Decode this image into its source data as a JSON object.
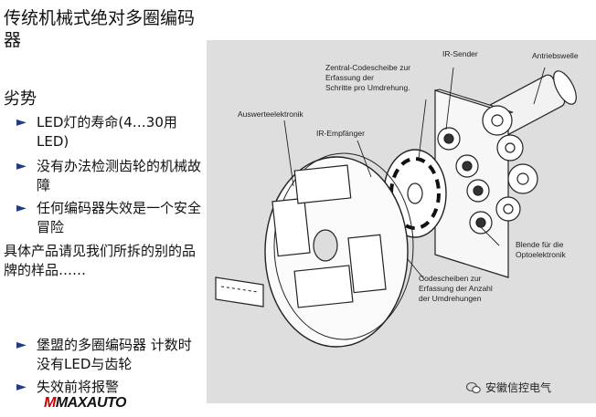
{
  "slide": {
    "title": "传统机械式绝对多圈编码器",
    "section": "劣势",
    "bullets": [
      "LED灯的寿命(4…30用LED)",
      "没有办法检测齿轮的机械故障",
      "任何编码器失效是一个安全冒险"
    ],
    "note": "具体产品请见我们所拆的别的品牌的样品……",
    "bottom_bullets": [
      "堡盟的多圈编码器 计数时没有LED与齿轮",
      "失效前将报警"
    ]
  },
  "diagram": {
    "labels": {
      "ir_sender": "IR-Sender",
      "antriebswelle": "Antriebswelle",
      "zentral_1": "Zentral-Codescheibe zur",
      "zentral_2": "Erfassung der",
      "zentral_3": "Schritte pro Umdrehung.",
      "auswerte": "Auswerteelektronik",
      "ir_empfaenger": "IR-Empfänger",
      "blende_1": "Blende für die",
      "blende_2": "Optoelektronik",
      "codescheiben_1": "Codescheiben zur",
      "codescheiben_2": "Erfassung der Anzahl",
      "codescheiben_3": "der Umdrehungen"
    }
  },
  "logo": {
    "text": "MAXAUTO"
  },
  "brand": {
    "name": "安徽信控电气",
    "icon": "wechat-icon"
  },
  "colors": {
    "bullet_arrow": "#1f3a8a",
    "diagram_bg": "#dedede",
    "logo_accent": "#cc0000"
  }
}
